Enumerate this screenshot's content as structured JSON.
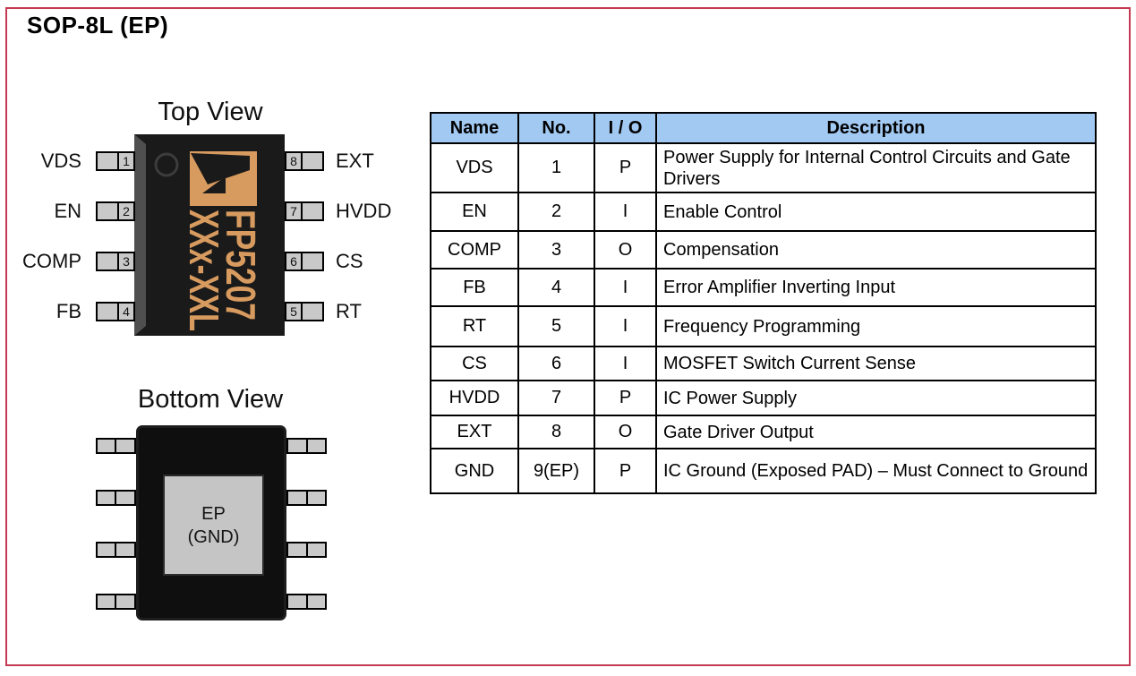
{
  "page": {
    "title": "SOP-8L (EP)"
  },
  "top_view": {
    "heading": "Top View",
    "chip_marking": {
      "logo": "feeling-tech-logo",
      "pin1_indicator": "pin1-dot-circle",
      "line1": "FP5207",
      "line2": "XXx-XXL"
    },
    "left_pins": [
      {
        "number": "1",
        "label": "VDS"
      },
      {
        "number": "2",
        "label": "EN"
      },
      {
        "number": "3",
        "label": "COMP"
      },
      {
        "number": "4",
        "label": "FB"
      }
    ],
    "right_pins": [
      {
        "number": "8",
        "label": "EXT"
      },
      {
        "number": "7",
        "label": "HVDD"
      },
      {
        "number": "6",
        "label": "CS"
      },
      {
        "number": "5",
        "label": "RT"
      }
    ]
  },
  "bottom_view": {
    "heading": "Bottom View",
    "exposed_pad": {
      "line1": "EP",
      "line2": "(GND)"
    }
  },
  "pin_table": {
    "headers": [
      "Name",
      "No.",
      "I / O",
      "Description"
    ],
    "rows": [
      [
        "VDS",
        "1",
        "P",
        "Power Supply for Internal Control Circuits and Gate Drivers"
      ],
      [
        "EN",
        "2",
        "I",
        "Enable Control"
      ],
      [
        "COMP",
        "3",
        "O",
        "Compensation"
      ],
      [
        "FB",
        "4",
        "I",
        "Error Amplifier Inverting Input"
      ],
      [
        "RT",
        "5",
        "I",
        "Frequency Programming"
      ],
      [
        "CS",
        "6",
        "I",
        "MOSFET Switch Current Sense"
      ],
      [
        "HVDD",
        "7",
        "P",
        "IC Power Supply"
      ],
      [
        "EXT",
        "8",
        "O",
        "Gate Driver Output"
      ],
      [
        "GND",
        "9(EP)",
        "P",
        "IC Ground (Exposed PAD) – Must Connect to Ground"
      ]
    ]
  },
  "colors": {
    "page-border": "#C43A52",
    "table-header-bg": "#A2C9F2",
    "chip-body": "#1A1A1A",
    "chip-bevel": "#4F4F4F",
    "logo-orange": "#D89B5F",
    "pin-fill": "#C9C9C9",
    "pad-fill": "#C5C5C5"
  }
}
